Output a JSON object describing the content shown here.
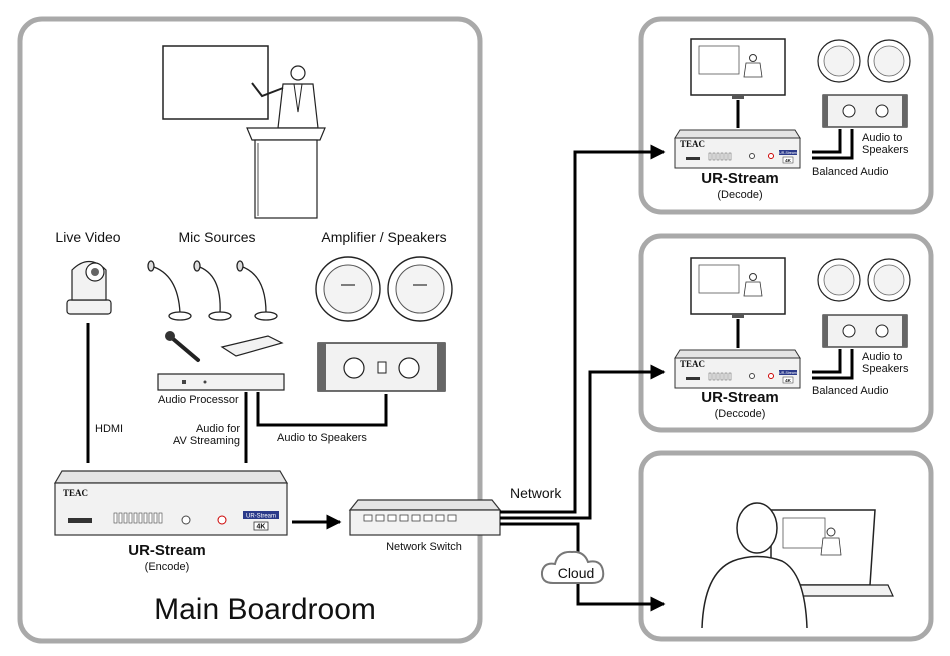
{
  "rooms": {
    "main_title": "Main Boardroom"
  },
  "labels": {
    "live_video": "Live Video",
    "mic_sources": "Mic Sources",
    "amp_speakers": "Amplifier / Speakers",
    "audio_processor": "Audio Processor",
    "hdmi": "HDMI",
    "audio_av_line1": "Audio for",
    "audio_av_line2": "AV Streaming",
    "audio_to_speakers": "Audio to Speakers",
    "network_switch": "Network Switch",
    "network": "Network",
    "cloud": "Cloud"
  },
  "encoder": {
    "name": "UR-Stream",
    "role": "(Encode)",
    "brand": "TEAC",
    "badge": "UR-Stream",
    "badge_4k": "4K"
  },
  "decoders": [
    {
      "name": "UR-Stream",
      "role": "(Decode)",
      "brand": "TEAC",
      "badge": "UR-Stream",
      "badge_4k": "4K",
      "audio_line1": "Audio to",
      "audio_line2": "Speakers",
      "balanced": "Balanced Audio"
    },
    {
      "name": "UR-Stream",
      "role": "(Deccode)",
      "brand": "TEAC",
      "badge": "UR-Stream",
      "badge_4k": "4K",
      "audio_line1": "Audio to",
      "audio_line2": "Speakers",
      "balanced": "Balanced Audio"
    }
  ],
  "colors": {
    "room_border": "#a9a9a9",
    "line": "#000000",
    "badge": "#2b3a8a"
  }
}
